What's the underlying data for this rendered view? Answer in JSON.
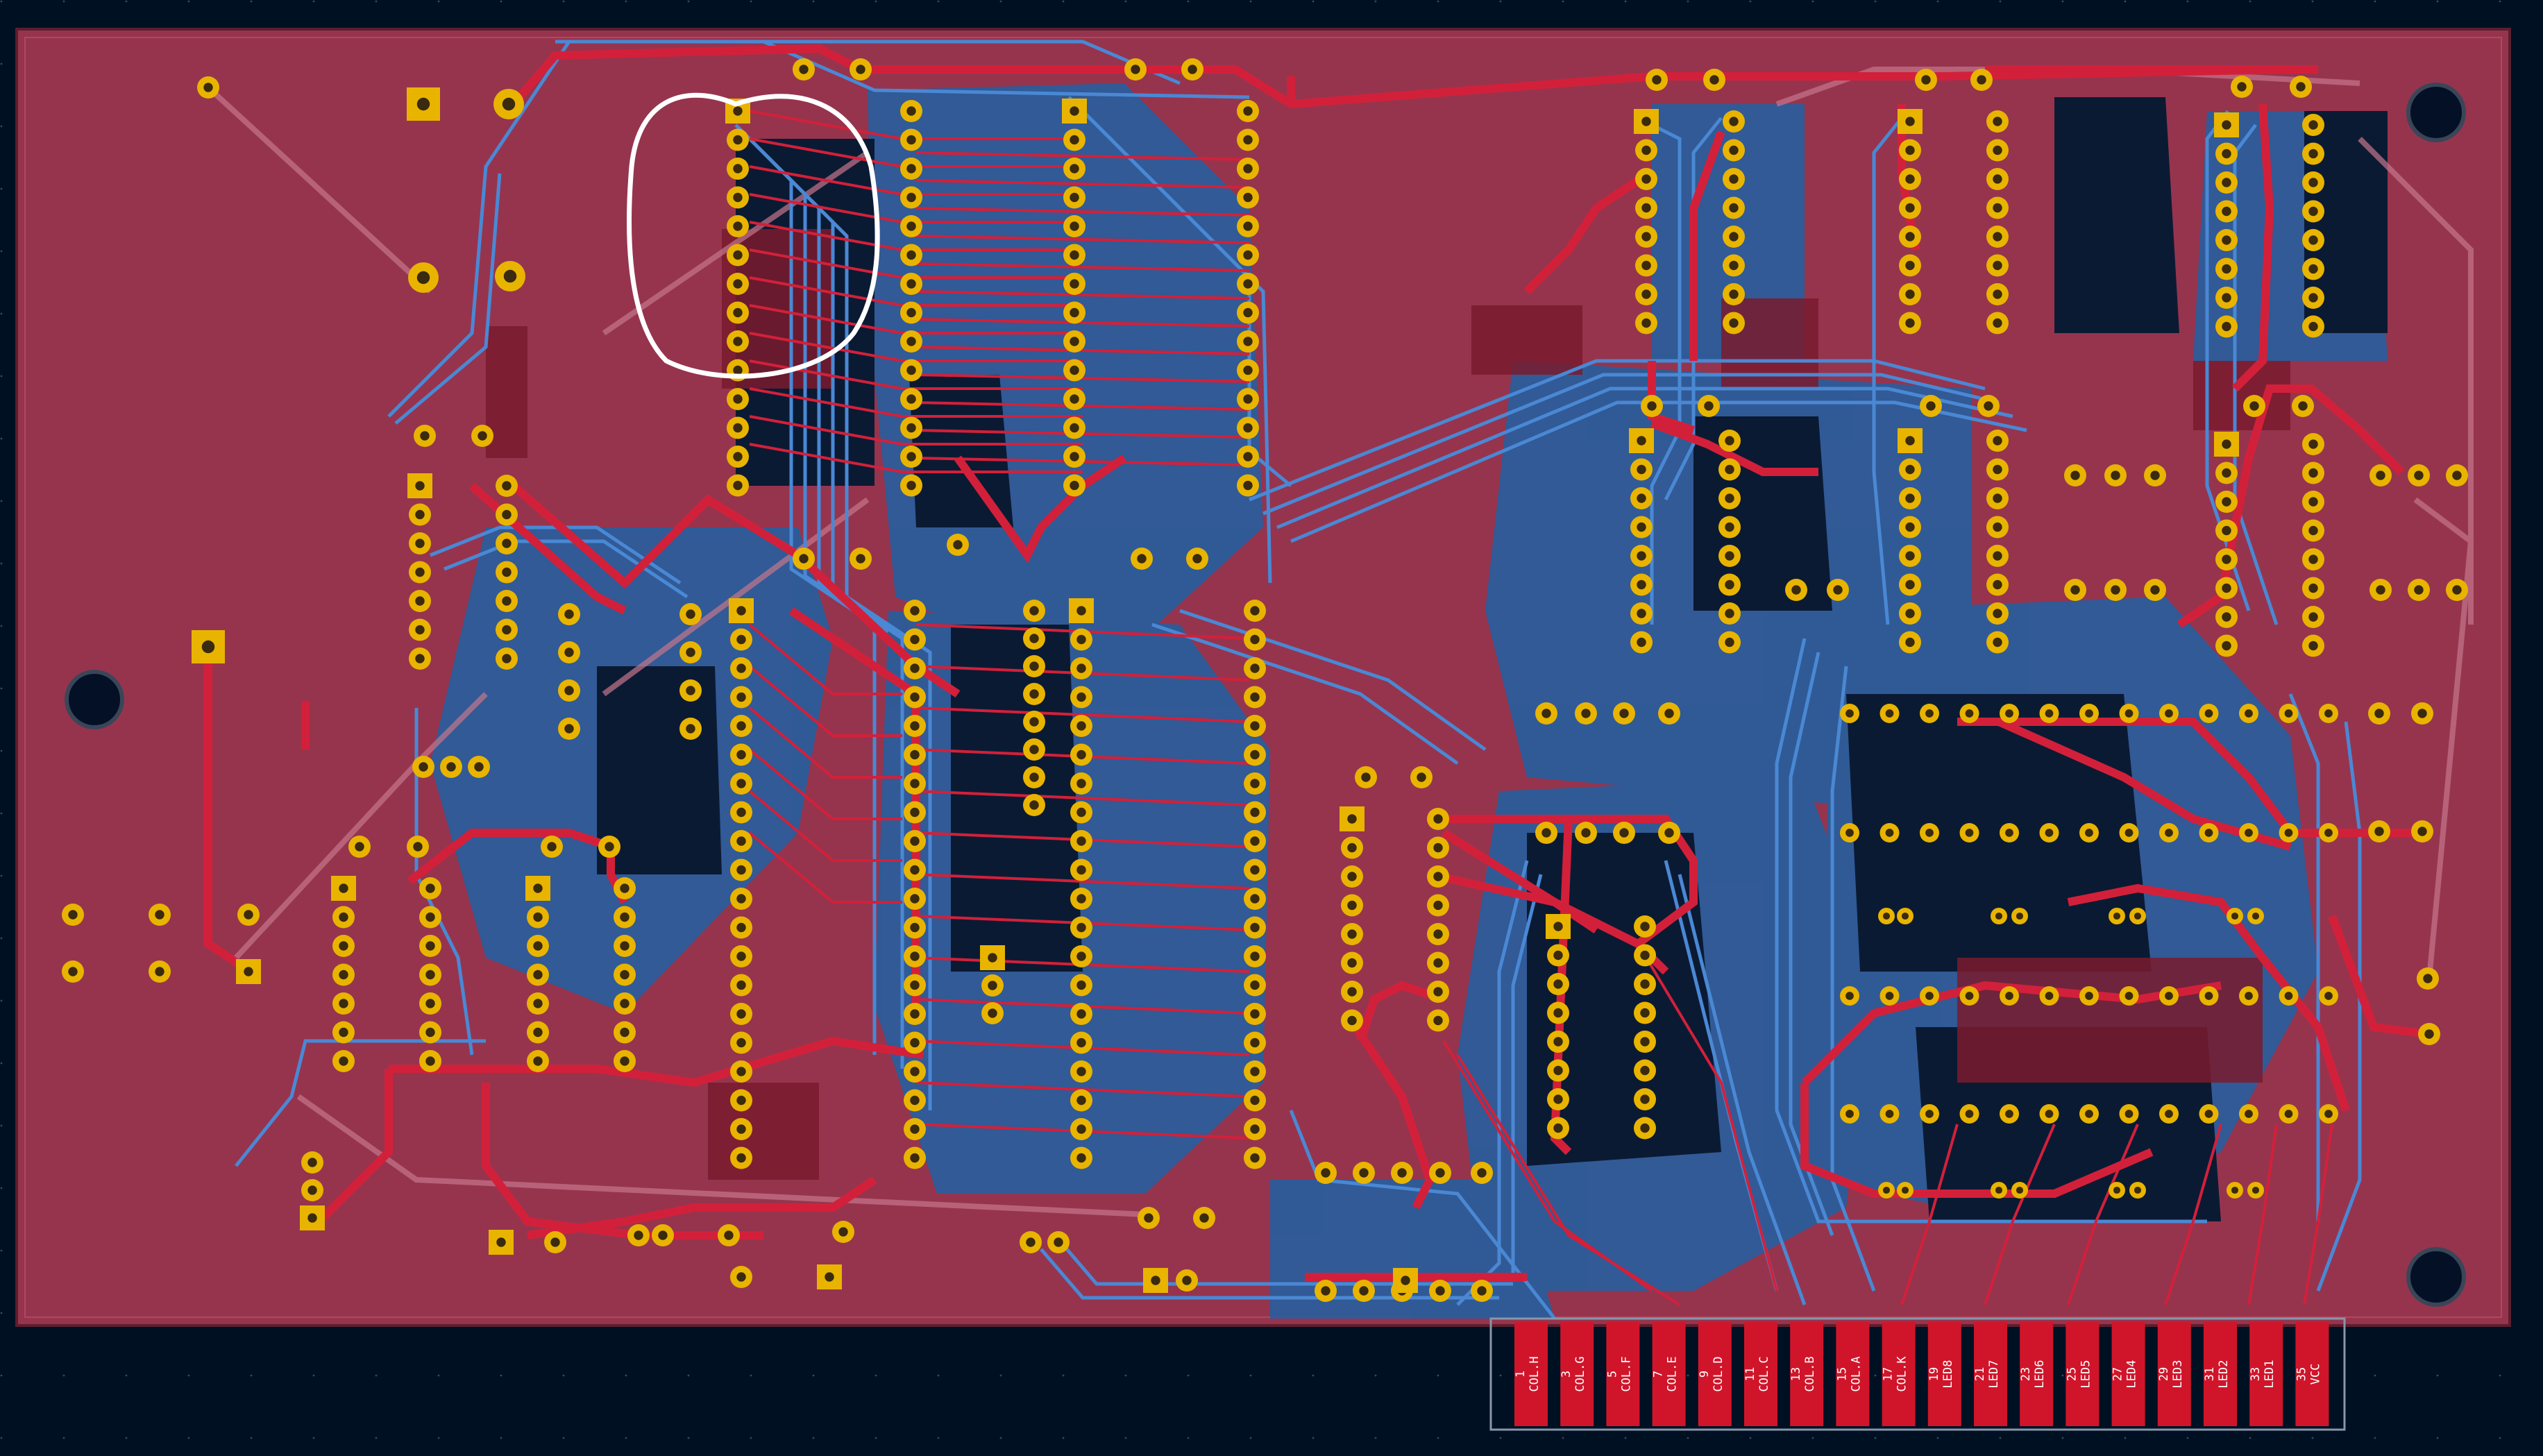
{
  "board": {
    "colors": {
      "background": "#001023",
      "front_copper": "#c81e2e",
      "back_copper": "#3c78c0",
      "board_fill_front": "#96344e",
      "board_fill_back": "#2b5d9a",
      "pad": "#e8b400",
      "edge_connector": "#d0152a",
      "silkscreen": "#ffffff"
    },
    "annotation": {
      "shape": "circle-highlight",
      "color": "#ffffff"
    }
  },
  "edge_connector": {
    "pins": [
      {
        "number": "1",
        "label": "COL.H"
      },
      {
        "number": "3",
        "label": "COL.G"
      },
      {
        "number": "5",
        "label": "COL.F"
      },
      {
        "number": "7",
        "label": "COL.E"
      },
      {
        "number": "9",
        "label": "COL.D"
      },
      {
        "number": "11",
        "label": "COL.C"
      },
      {
        "number": "13",
        "label": "COL.B"
      },
      {
        "number": "15",
        "label": "COL.A"
      },
      {
        "number": "17",
        "label": "COL.K"
      },
      {
        "number": "19",
        "label": "LED8"
      },
      {
        "number": "21",
        "label": "LED7"
      },
      {
        "number": "23",
        "label": "LED6"
      },
      {
        "number": "25",
        "label": "LED5"
      },
      {
        "number": "27",
        "label": "LED4"
      },
      {
        "number": "29",
        "label": "LED3"
      },
      {
        "number": "31",
        "label": "LED2"
      },
      {
        "number": "33",
        "label": "LED1"
      },
      {
        "number": "35",
        "label": "VCC"
      }
    ]
  }
}
